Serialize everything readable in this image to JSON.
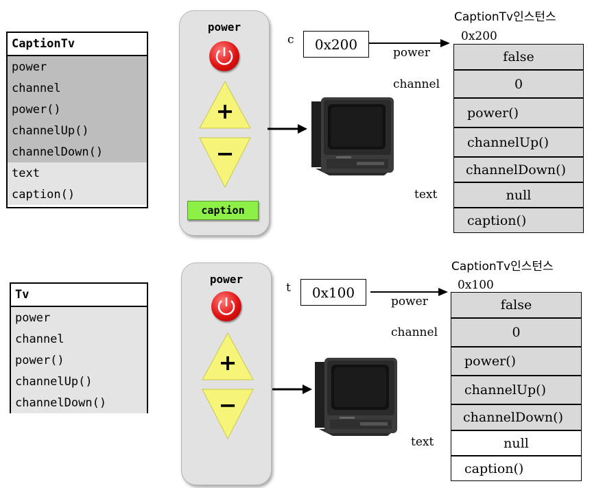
{
  "top": {
    "class_box": {
      "name": "CaptionTv",
      "inherited_members": [
        "power",
        "channel",
        "power()",
        "channelUp()",
        "channelDown()"
      ],
      "own_members": [
        "text",
        "caption()"
      ]
    },
    "remote": {
      "power_label": "power",
      "plus": "+",
      "minus": "−",
      "caption_label": "caption"
    },
    "reference": {
      "var": "c",
      "address": "0x200"
    },
    "instance": {
      "title": "CaptionTv인스턴스",
      "address": "0x200",
      "field_labels": {
        "power": "power",
        "channel": "channel",
        "text": "text"
      },
      "rows": [
        "false",
        "0",
        "power()",
        "channelUp()",
        "channelDown()",
        "null",
        "caption()"
      ]
    }
  },
  "bottom": {
    "class_box": {
      "name": "Tv",
      "members": [
        "power",
        "channel",
        "power()",
        "channelUp()",
        "channelDown()"
      ]
    },
    "remote": {
      "power_label": "power",
      "plus": "+",
      "minus": "−"
    },
    "reference": {
      "var": "t",
      "address": "0x100"
    },
    "instance": {
      "title": "CaptionTv인스턴스",
      "address": "0x100",
      "field_labels": {
        "power": "power",
        "channel": "channel",
        "text": "text"
      },
      "rows": [
        "false",
        "0",
        "power()",
        "channelUp()",
        "channelDown()",
        "null",
        "caption()"
      ]
    }
  },
  "colors": {
    "inherited_gray": "#bdbdbd",
    "member_gray": "#e4e4e4",
    "cell_gray": "#d9d9d9",
    "power_red": "#e01313",
    "button_yellow": "#f6f57a",
    "caption_green": "#8cf046"
  },
  "icons": [
    "power-icon",
    "plus-triangle",
    "minus-triangle",
    "tv-icon",
    "arrow-right"
  ]
}
